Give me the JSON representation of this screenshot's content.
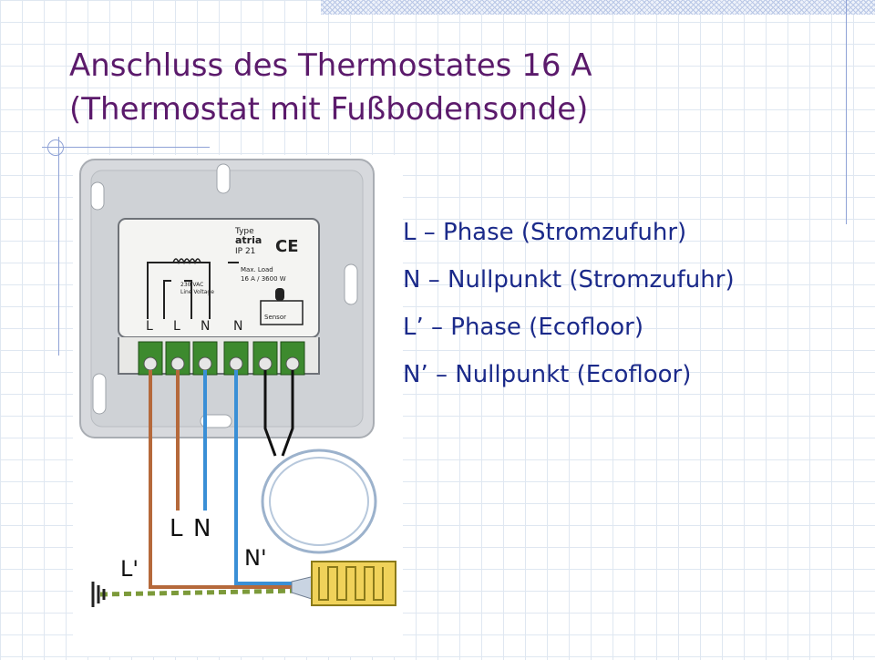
{
  "slide": {
    "title_line1": "Anschluss des Thermostates 16 A",
    "title_line2": "(Thermostat mit Fußbodensonde)",
    "bullets": [
      "L – Phase (Stromzufuhr)",
      "N – Nullpunkt (Stromzufuhr)",
      "L’ – Phase (Ecofloor)",
      "N’ – Nullpunkt (Ecofloor)"
    ]
  },
  "diagram": {
    "type_label": "Type",
    "model": "atria",
    "ip_rating": "IP 21",
    "ce_mark": "CE",
    "max_load_line1": "Max. Load",
    "max_load_line2": "16 A / 3600 W",
    "voltage_line1": "230 VAC",
    "voltage_line2": "Line Voltage",
    "terminal_labels": [
      "L",
      "L",
      "N",
      "N"
    ],
    "sensor_label": "Sensor",
    "supply_L": "L",
    "supply_N": "N",
    "load_L": "L'",
    "load_N": "N'"
  },
  "colors": {
    "title": "#5b1a6b",
    "bullet_text": "#1b2a8a",
    "grid": "#dfe7f1",
    "accent": "#8fa2d6",
    "wire_brown": "#b5693b",
    "wire_blue": "#3a8fd6",
    "terminal_green": "#3d8a2e"
  }
}
